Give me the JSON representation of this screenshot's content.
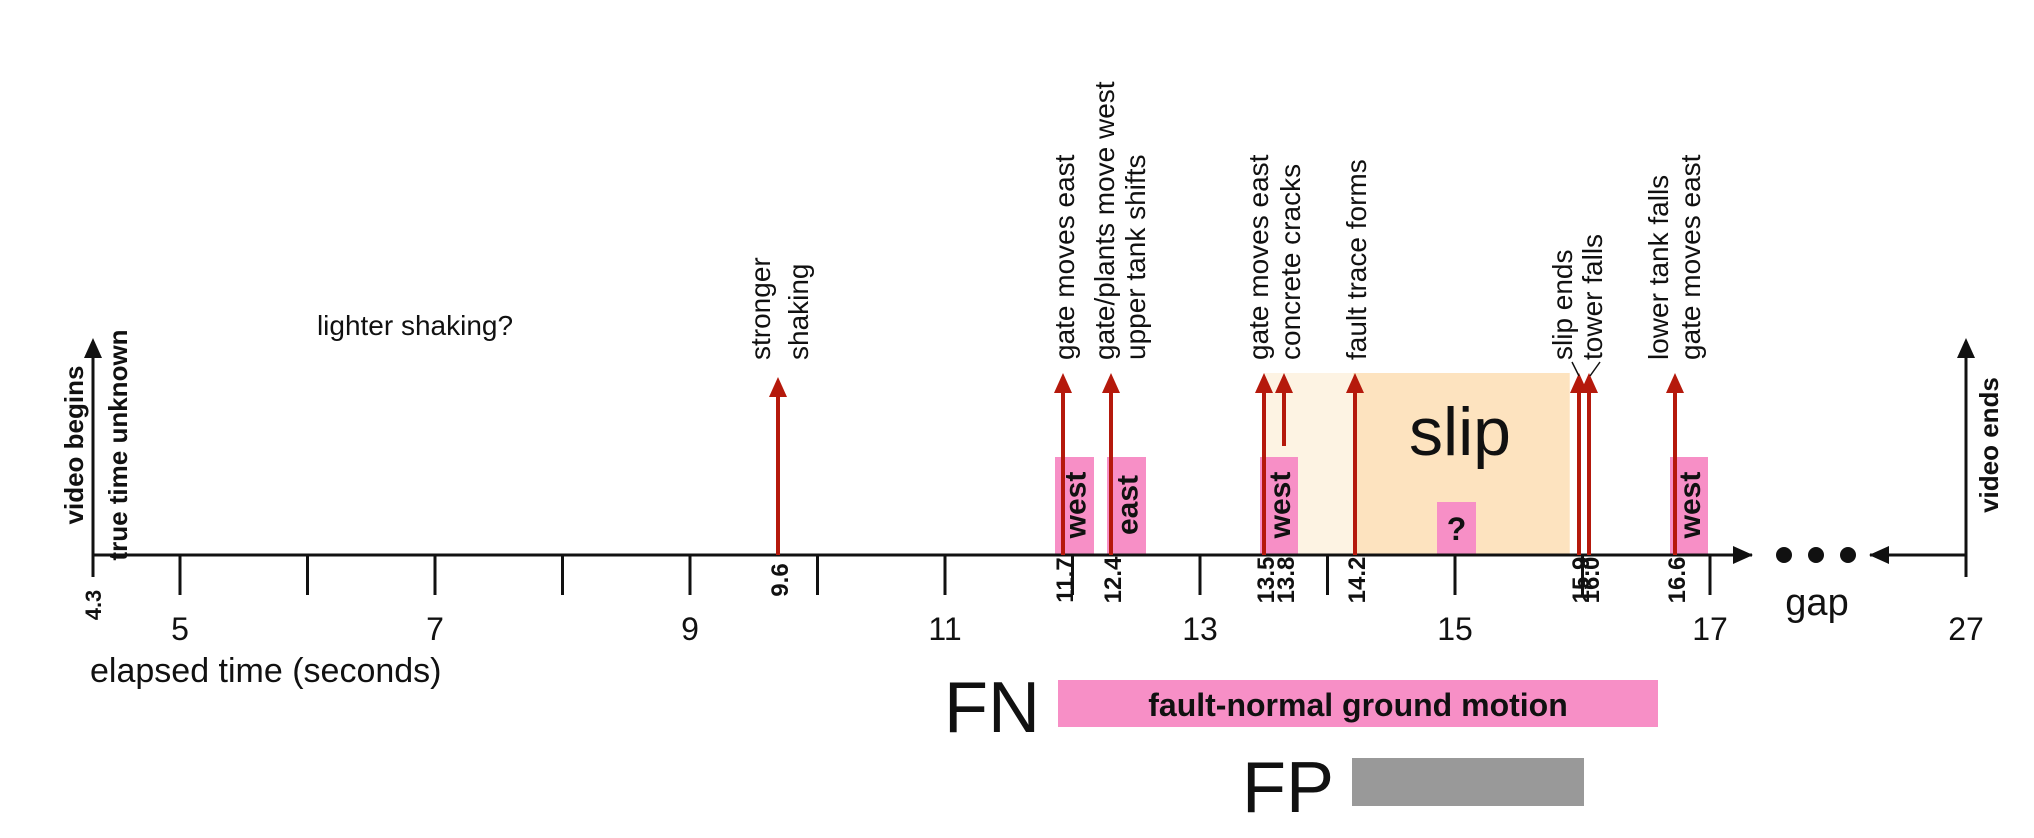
{
  "chart_data": {
    "type": "timeline",
    "axis": {
      "xlabel": "elapsed time (seconds)",
      "ticks_major": [
        5,
        7,
        9,
        11,
        13,
        15,
        17
      ],
      "ticks_minor": [
        6,
        8,
        10,
        12,
        14,
        16
      ],
      "start_value": 4.3,
      "end_value": 27,
      "gap_label": "gap",
      "gap_dots": "• • •"
    },
    "start_marker": {
      "value": 4.3,
      "lines": [
        "video begins",
        "true time unknown"
      ]
    },
    "end_marker": {
      "value": 27,
      "lines": [
        "video ends"
      ]
    },
    "annotations": [
      {
        "text": "lighter shaking?"
      }
    ],
    "events": [
      {
        "t": 9.6,
        "tick_label": "9.6",
        "lines": [
          "stronger",
          "shaking"
        ]
      },
      {
        "t": 11.7,
        "tick_label": "11.7",
        "lines": [
          "gate moves east"
        ]
      },
      {
        "t": 12.4,
        "tick_label": "12.4",
        "lines": [
          "gate/plants move west",
          "upper tank shifts"
        ]
      },
      {
        "t": 13.5,
        "tick_label": "13.5",
        "lines": [
          "gate moves east"
        ]
      },
      {
        "t": 13.8,
        "tick_label": "13.8",
        "lines": [
          "concrete cracks"
        ]
      },
      {
        "t": 14.2,
        "tick_label": "14.2",
        "lines": [
          "fault trace forms"
        ]
      },
      {
        "t": 15.9,
        "tick_label": "15.9",
        "lines": [
          "slip ends"
        ]
      },
      {
        "t": 16.0,
        "tick_label": "16.0",
        "lines": [
          "tower falls"
        ]
      },
      {
        "t": 16.6,
        "tick_label": "16.6",
        "lines": [
          "lower tank falls",
          "gate moves east"
        ]
      }
    ],
    "motion_boxes": [
      {
        "start": 11.7,
        "end": 12.2,
        "label": "west"
      },
      {
        "start": 12.4,
        "end": 12.9,
        "label": "east"
      },
      {
        "start": 13.5,
        "end": 13.9,
        "label": "west"
      },
      {
        "start": 14.8,
        "end": 15.1,
        "label": "?"
      },
      {
        "start": 16.6,
        "end": 17.0,
        "label": "west"
      }
    ],
    "slip": {
      "start": 13.5,
      "end": 15.9,
      "strong_start": 14.2,
      "label": "slip"
    },
    "bars": [
      {
        "name": "FN",
        "start": 11.7,
        "end": 16.6,
        "label": "fault-normal ground motion",
        "color": "#f78fc6"
      },
      {
        "name": "FP",
        "start": 14.2,
        "end": 16.0,
        "label": "",
        "color": "#999999"
      }
    ],
    "colors": {
      "axis": "#111111",
      "event_arrow": "#b5190c",
      "motion_box": "#f78fc6",
      "slip_light": "#fdf3e3",
      "slip_strong": "#fde3bf",
      "fp_bar": "#999999",
      "fn_bar": "#f78fc6"
    }
  }
}
